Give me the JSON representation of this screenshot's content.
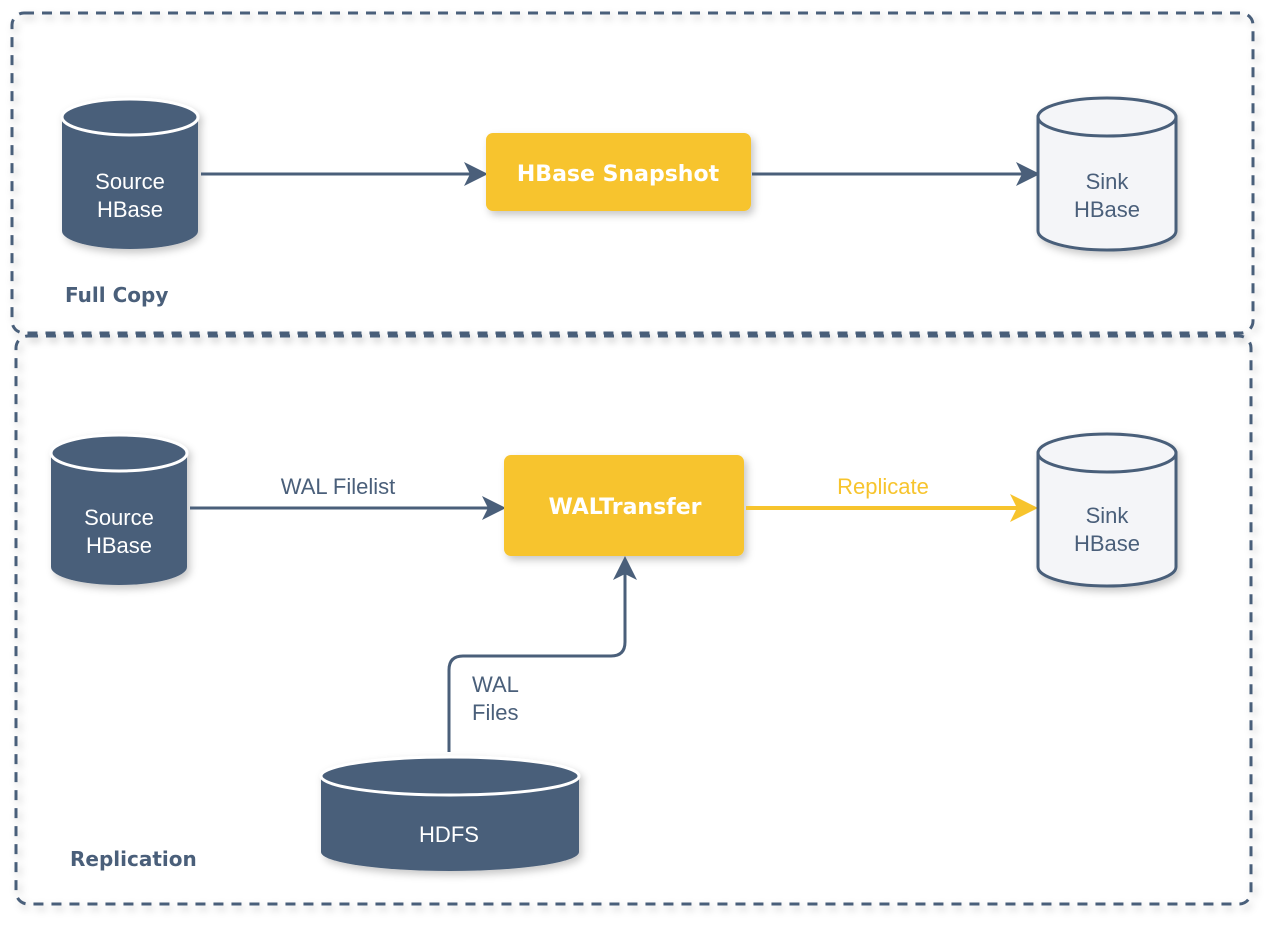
{
  "colors": {
    "dark_node": "#4a5f7a",
    "light_node": "#f4f5f8",
    "accent": "#f7c42d",
    "edge": "#4a5f7a",
    "frame": "#4a5f7a"
  },
  "sections": {
    "full_copy": {
      "title": "Full Copy",
      "source": {
        "line1": "Source",
        "line2": "HBase"
      },
      "process": "HBase Snapshot",
      "sink": {
        "line1": "Sink",
        "line2": "HBase"
      }
    },
    "replication": {
      "title": "Replication",
      "source": {
        "line1": "Source",
        "line2": "HBase"
      },
      "process": "WALTransfer",
      "sink": {
        "line1": "Sink",
        "line2": "HBase"
      },
      "store": "HDFS",
      "edge_filelist": "WAL Filelist",
      "edge_replicate": "Replicate",
      "edge_files": {
        "line1": "WAL",
        "line2": "Files"
      }
    }
  }
}
